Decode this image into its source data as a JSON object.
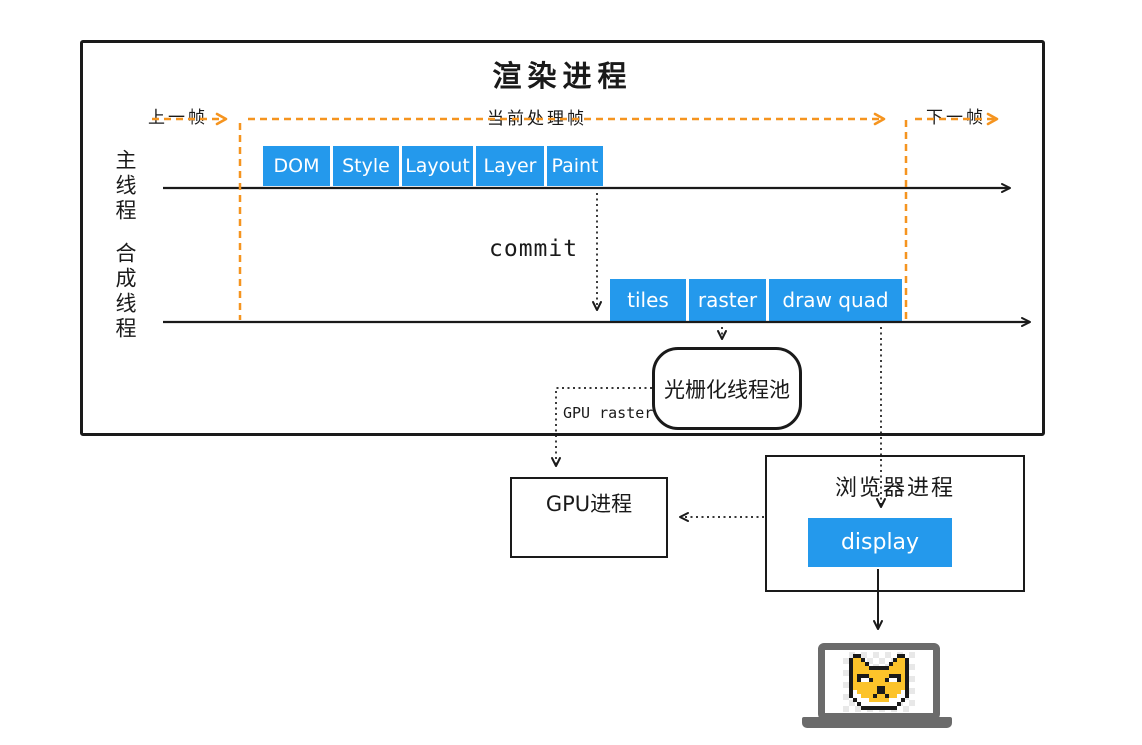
{
  "diagram": {
    "title": "渲染进程",
    "frames": {
      "prev": "上一帧",
      "current": "当前处理帧",
      "next": "下一帧"
    },
    "threads": {
      "main": {
        "label": "主线程",
        "stages": [
          "DOM",
          "Style",
          "Layout",
          "Layer",
          "Paint"
        ]
      },
      "compositor": {
        "label": "合成线程",
        "stages": [
          "tiles",
          "raster",
          "draw quad"
        ]
      }
    },
    "annotations": {
      "commit": "commit",
      "gpu_raster": "GPU raster"
    },
    "nodes": {
      "raster_pool": "光栅化线程池",
      "gpu_process": "GPU进程",
      "browser_process": "浏览器进程",
      "display": "display"
    },
    "colors": {
      "stage_blue": "#2499ec",
      "frame_orange": "#f5941f",
      "line_black": "#1a1a1a",
      "laptop_gray": "#6b6b6b",
      "doge_yellow": "#fcc32a"
    },
    "icons": {
      "doge": "doge-icon",
      "laptop": "laptop-icon"
    }
  }
}
